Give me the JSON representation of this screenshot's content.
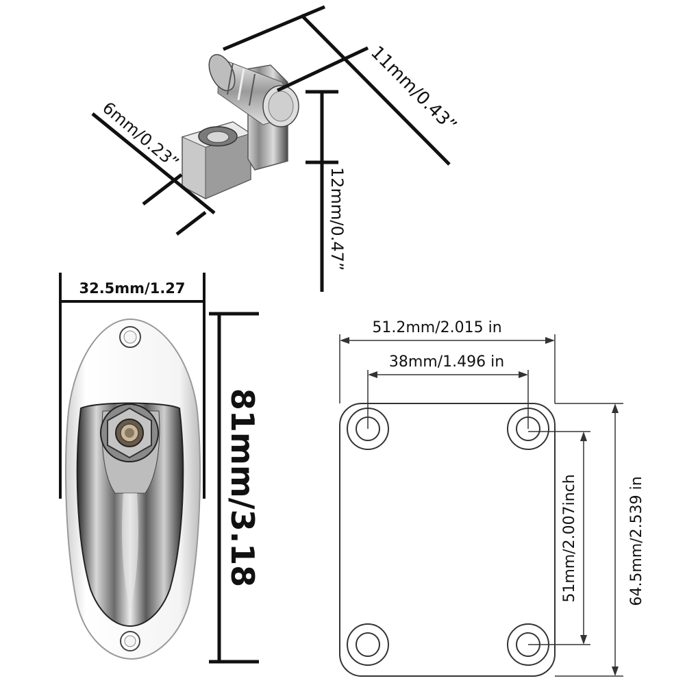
{
  "colors": {
    "ink": "#111111",
    "chrome_light": "#e6e6e6",
    "chrome_mid": "#a8a8a8",
    "chrome_dark": "#3a3a3a",
    "plate_line": "#333333"
  },
  "string_retainer": {
    "width_label": "11mm/0.43”",
    "base_label": "6mm/0.23”",
    "height_label": "12mm/0.47”"
  },
  "jack_plate": {
    "width_label": "32.5mm/1.27",
    "height_label": "81mm/3.18"
  },
  "neck_plate": {
    "outer_width_label": "51.2mm/2.015 in",
    "hole_spacing_width_label": "38mm/1.496 in",
    "hole_spacing_height_label": "51mm/2.007inch",
    "outer_height_label": "64.5mm/2.539 in"
  }
}
